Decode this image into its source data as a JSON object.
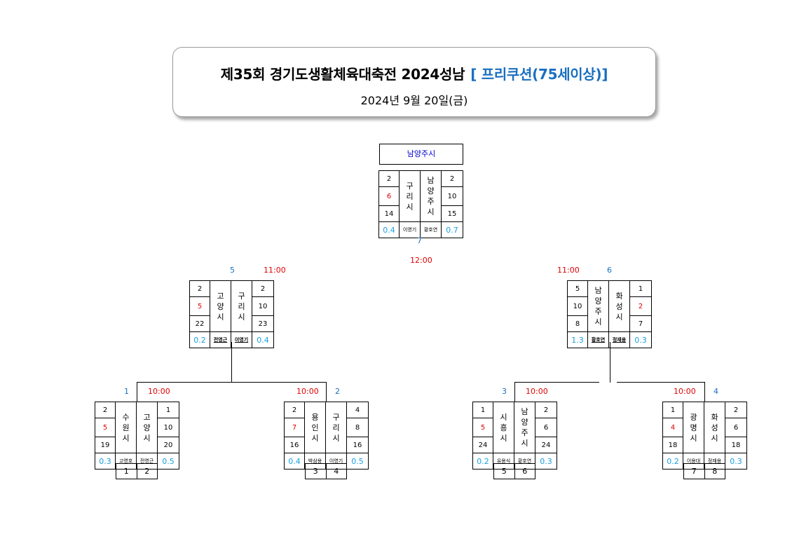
{
  "header": {
    "title": "제35회 경기도생활체육대축전 2024성남",
    "event": "[ 프리쿠션(75세이상)]",
    "date": "2024년 9월 20일(금)"
  },
  "final": {
    "winner": "남양주시",
    "match_no": "7",
    "time": "12:00",
    "left": {
      "team": [
        "구",
        "리",
        "시"
      ],
      "rows": [
        "2",
        "6",
        "14"
      ],
      "avg": "0.4",
      "ref": "이영기"
    },
    "right": {
      "team": [
        "남",
        "양",
        "주",
        "시"
      ],
      "rows": [
        "2",
        "10",
        "15"
      ],
      "avg": "0.7",
      "ref": "황호연"
    }
  },
  "semis": [
    {
      "match_no": "5",
      "time": "11:00",
      "left": {
        "team": [
          "고",
          "양",
          "시"
        ],
        "rows": [
          "2",
          "5",
          "22"
        ],
        "avg": "0.2",
        "ref": "전영근"
      },
      "right": {
        "team": [
          "구",
          "리",
          "시"
        ],
        "rows": [
          "2",
          "10",
          "23"
        ],
        "avg": "0.4",
        "ref": "이영기"
      }
    },
    {
      "match_no": "6",
      "time": "11:00",
      "left": {
        "team": [
          "남",
          "양",
          "주",
          "시"
        ],
        "rows": [
          "5",
          "10",
          "8"
        ],
        "avg": "1.3",
        "ref": "황호연"
      },
      "right": {
        "team": [
          "화",
          "성",
          "시"
        ],
        "rows": [
          "1",
          "2",
          "7"
        ],
        "avg": "0.3",
        "ref": "정재용"
      }
    }
  ],
  "quarters": [
    {
      "match_no": "1",
      "time": "10:00",
      "slots": [
        "1",
        "2"
      ],
      "left": {
        "team": [
          "수",
          "원",
          "시"
        ],
        "rows": [
          "2",
          "5",
          "19"
        ],
        "avg": "0.3",
        "ref": "고영호"
      },
      "right": {
        "team": [
          "고",
          "양",
          "시"
        ],
        "rows": [
          "1",
          "10",
          "20"
        ],
        "avg": "0.5",
        "ref": "전영근"
      }
    },
    {
      "match_no": "2",
      "time": "10:00",
      "slots": [
        "3",
        "4"
      ],
      "left": {
        "team": [
          "용",
          "인",
          "시"
        ],
        "rows": [
          "2",
          "7",
          "16"
        ],
        "avg": "0.4",
        "ref": "박삼용"
      },
      "right": {
        "team": [
          "구",
          "리",
          "시"
        ],
        "rows": [
          "4",
          "8",
          "16"
        ],
        "avg": "0.5",
        "ref": "이영기"
      }
    },
    {
      "match_no": "3",
      "time": "10:00",
      "slots": [
        "5",
        "6"
      ],
      "left": {
        "team": [
          "시",
          "흥",
          "시"
        ],
        "rows": [
          "1",
          "5",
          "24"
        ],
        "avg": "0.2",
        "ref": "유용식"
      },
      "right": {
        "team": [
          "남",
          "양",
          "주",
          "시"
        ],
        "rows": [
          "2",
          "6",
          "24"
        ],
        "avg": "0.3",
        "ref": "황호연"
      }
    },
    {
      "match_no": "4",
      "time": "10:00",
      "slots": [
        "7",
        "8"
      ],
      "left": {
        "team": [
          "광",
          "명",
          "시"
        ],
        "rows": [
          "1",
          "4",
          "18"
        ],
        "avg": "0.2",
        "ref": "이용대"
      },
      "right": {
        "team": [
          "화",
          "성",
          "시"
        ],
        "rows": [
          "2",
          "6",
          "18"
        ],
        "avg": "0.3",
        "ref": "정재용"
      }
    }
  ]
}
